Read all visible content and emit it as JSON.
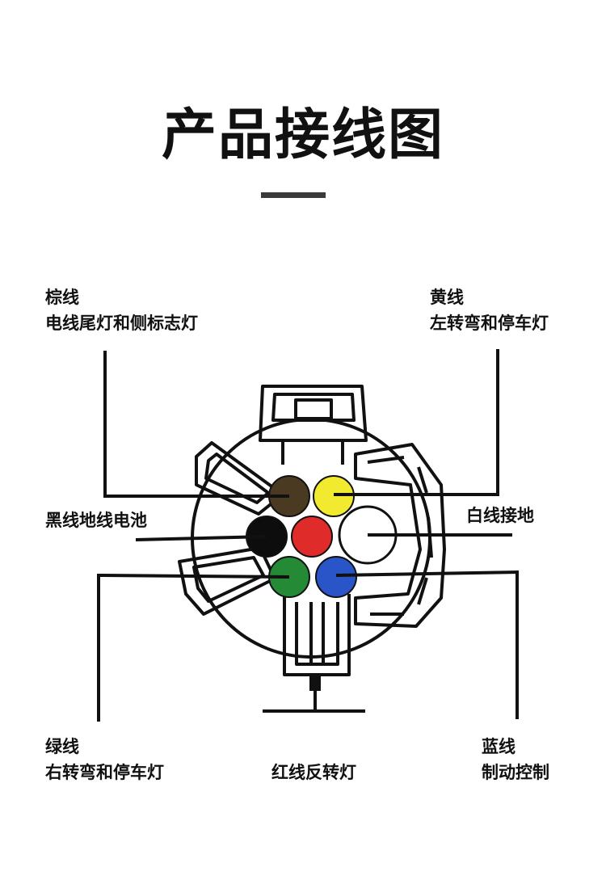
{
  "title": "产品接线图",
  "colors": {
    "brown": "#4a3a22",
    "yellow": "#f2ea2e",
    "black": "#0d0d0d",
    "red": "#e02b2b",
    "white": "#ffffff",
    "green": "#248a35",
    "blue": "#2a55c8",
    "outline": "#111111"
  },
  "pins": [
    {
      "id": "brown",
      "color_key": "brown"
    },
    {
      "id": "yellow",
      "color_key": "yellow"
    },
    {
      "id": "black",
      "color_key": "black"
    },
    {
      "id": "red",
      "color_key": "red"
    },
    {
      "id": "white",
      "color_key": "white"
    },
    {
      "id": "green",
      "color_key": "green"
    },
    {
      "id": "blue",
      "color_key": "blue"
    }
  ],
  "labels": {
    "brown": {
      "line1": "棕线",
      "line2": "电线尾灯和侧标志灯"
    },
    "yellow": {
      "line1": "黄线",
      "line2": "左转弯和停车灯"
    },
    "black": {
      "line1": "黑线地线电池"
    },
    "white": {
      "line1": "白线接地"
    },
    "green": {
      "line1": "绿线",
      "line2": "右转弯和停车灯"
    },
    "red": {
      "line1": "红线反转灯"
    },
    "blue": {
      "line1": "蓝线",
      "line2": "制动控制"
    }
  }
}
